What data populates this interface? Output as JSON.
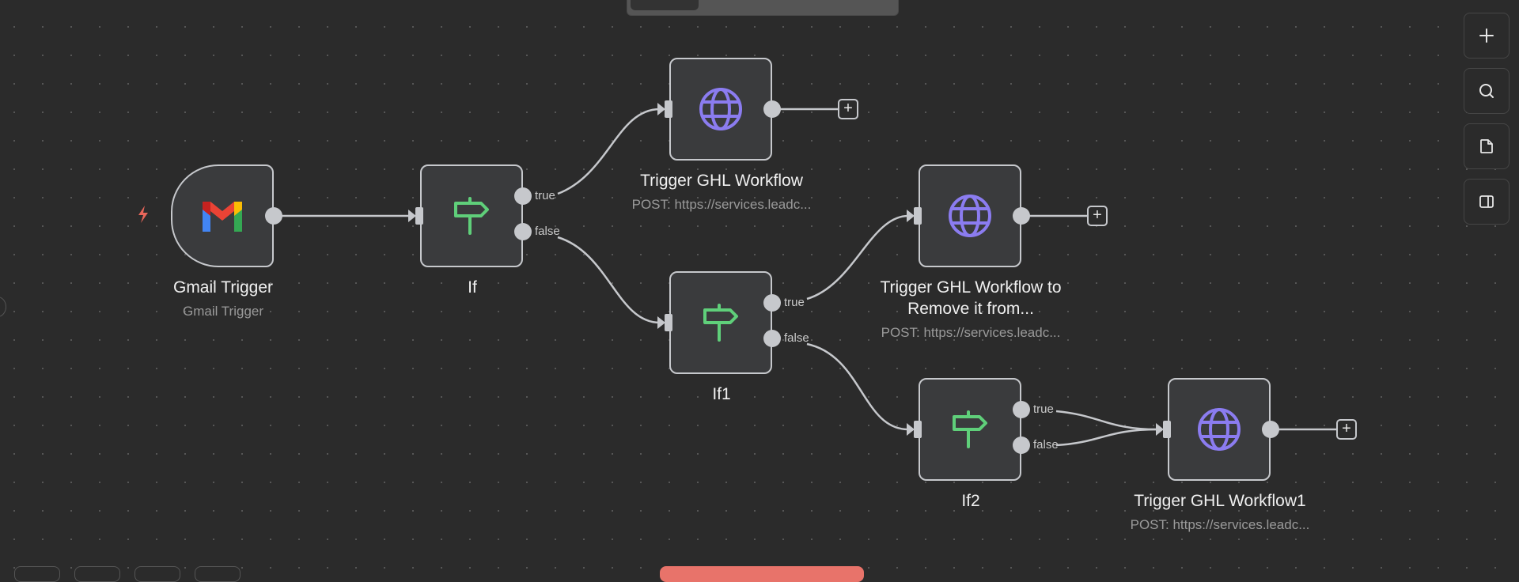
{
  "canvas": {
    "background": "#2b2b2b",
    "edge_color": "#c6c8cc"
  },
  "nodes": [
    {
      "id": "gmail-trigger",
      "name": "Gmail Trigger",
      "subtitle": "Gmail Trigger",
      "icon": "gmail-icon",
      "type": "trigger"
    },
    {
      "id": "if",
      "name": "If",
      "subtitle": "",
      "icon": "signpost-icon",
      "outputs": [
        "true",
        "false"
      ]
    },
    {
      "id": "trigger-ghl-workflow",
      "name": "Trigger GHL Workflow",
      "subtitle": "POST: https://services.leadc...",
      "icon": "globe-icon"
    },
    {
      "id": "if1",
      "name": "If1",
      "subtitle": "",
      "icon": "signpost-icon",
      "outputs": [
        "true",
        "false"
      ]
    },
    {
      "id": "trigger-ghl-workflow-remove",
      "name": "Trigger GHL Workflow to Remove it from...",
      "name_line1": "Trigger GHL Workflow to",
      "name_line2": "Remove it from...",
      "subtitle": "POST: https://services.leadc...",
      "icon": "globe-icon"
    },
    {
      "id": "if2",
      "name": "If2",
      "subtitle": "",
      "icon": "signpost-icon",
      "outputs": [
        "true",
        "false"
      ]
    },
    {
      "id": "trigger-ghl-workflow1",
      "name": "Trigger GHL Workflow1",
      "subtitle": "POST: https://services.leadc...",
      "icon": "globe-icon"
    }
  ],
  "ports": {
    "true": "true",
    "false": "false"
  },
  "add_node_symbol": "+",
  "side_tools": [
    {
      "name": "add-node",
      "icon": "plus-icon"
    },
    {
      "name": "search",
      "icon": "search-icon"
    },
    {
      "name": "sticky-note",
      "icon": "note-icon"
    },
    {
      "name": "toggle-panel",
      "icon": "panel-icon"
    }
  ],
  "colors": {
    "signpost": "#5fcf7a",
    "globe": "#8b7cf0",
    "trigger_bolt": "#e8665a",
    "bottom_action": "#e8736a"
  }
}
